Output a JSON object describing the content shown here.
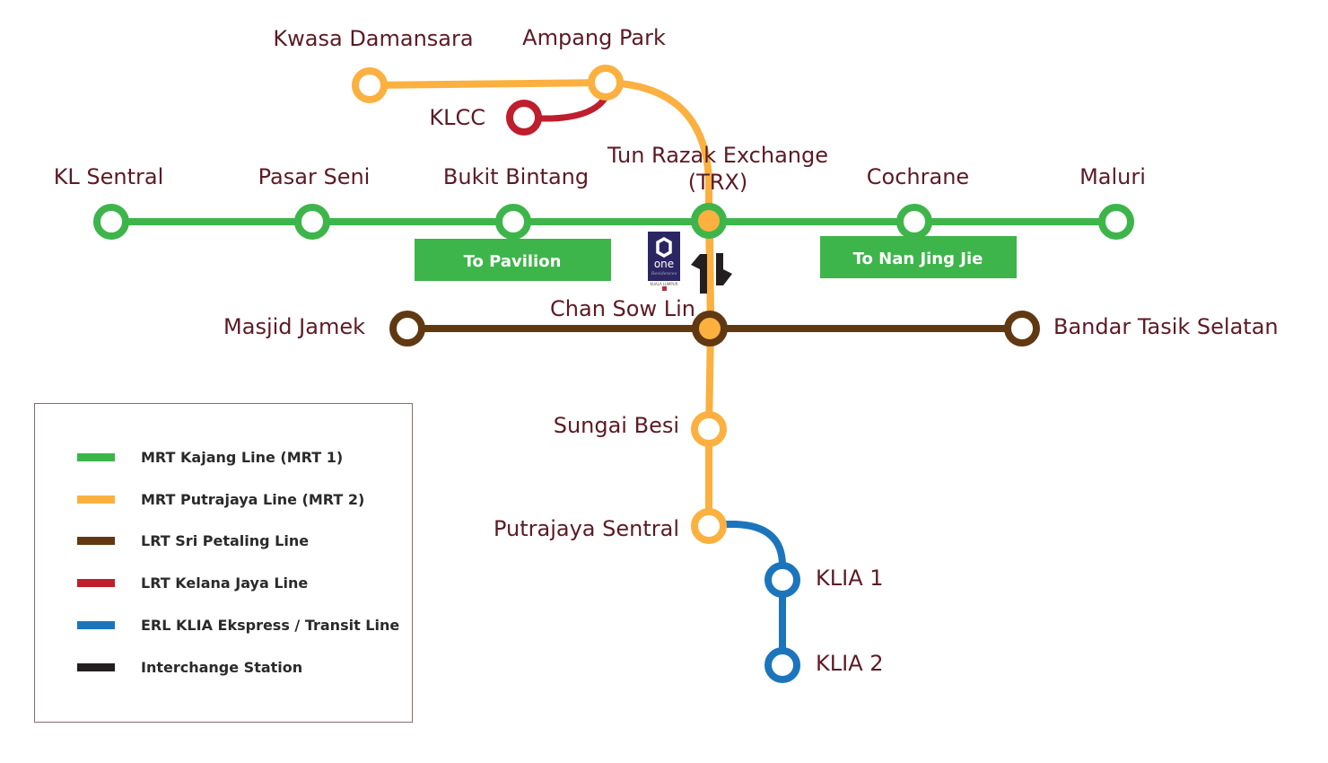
{
  "title": "One Residences Kuala Lumpur Transit Map",
  "colors": {
    "kajang": "#3db54a",
    "putrajaya": "#fbb040",
    "sri_petaling": "#603913",
    "kelana_jaya": "#be1e2d",
    "erl": "#1c75bc",
    "interchange": "#231f20",
    "label": "#5c1a24",
    "logo": "#2b2663"
  },
  "stations": {
    "kwasa_damansara": "Kwasa Damansara",
    "ampang_park": "Ampang Park",
    "klcc": "KLCC",
    "kl_sentral": "KL Sentral",
    "pasar_seni": "Pasar Seni",
    "bukit_bintang": "Bukit Bintang",
    "trx_line1": "Tun Razak Exchange",
    "trx_line2": "(TRX)",
    "cochrane": "Cochrane",
    "maluri": "Maluri",
    "chan_sow_lin": "Chan Sow Lin",
    "masjid_jamek": "Masjid Jamek",
    "bandar_tasik_selatan": "Bandar Tasik Selatan",
    "sungai_besi": "Sungai Besi",
    "putrajaya_sentral": "Putrajaya Sentral",
    "klia1": "KLIA 1",
    "klia2": "KLIA 2"
  },
  "notes": {
    "pavilion": "To Pavilion",
    "nan_jing_jie": "To Nan Jing Jie"
  },
  "logo": {
    "word": "one",
    "sub": "Residences",
    "city": "KUALA LUMPUR"
  },
  "legend": {
    "items": [
      {
        "label": "MRT Kajang Line (MRT 1)",
        "color": "#3db54a"
      },
      {
        "label": "MRT Putrajaya Line (MRT 2)",
        "color": "#fbb040"
      },
      {
        "label": "LRT Sri Petaling Line",
        "color": "#603913"
      },
      {
        "label": "LRT Kelana Jaya Line",
        "color": "#be1e2d"
      },
      {
        "label": "ERL KLIA Ekspress / Transit Line",
        "color": "#1c75bc"
      },
      {
        "label": "Interchange Station",
        "color": "#231f20"
      }
    ]
  }
}
